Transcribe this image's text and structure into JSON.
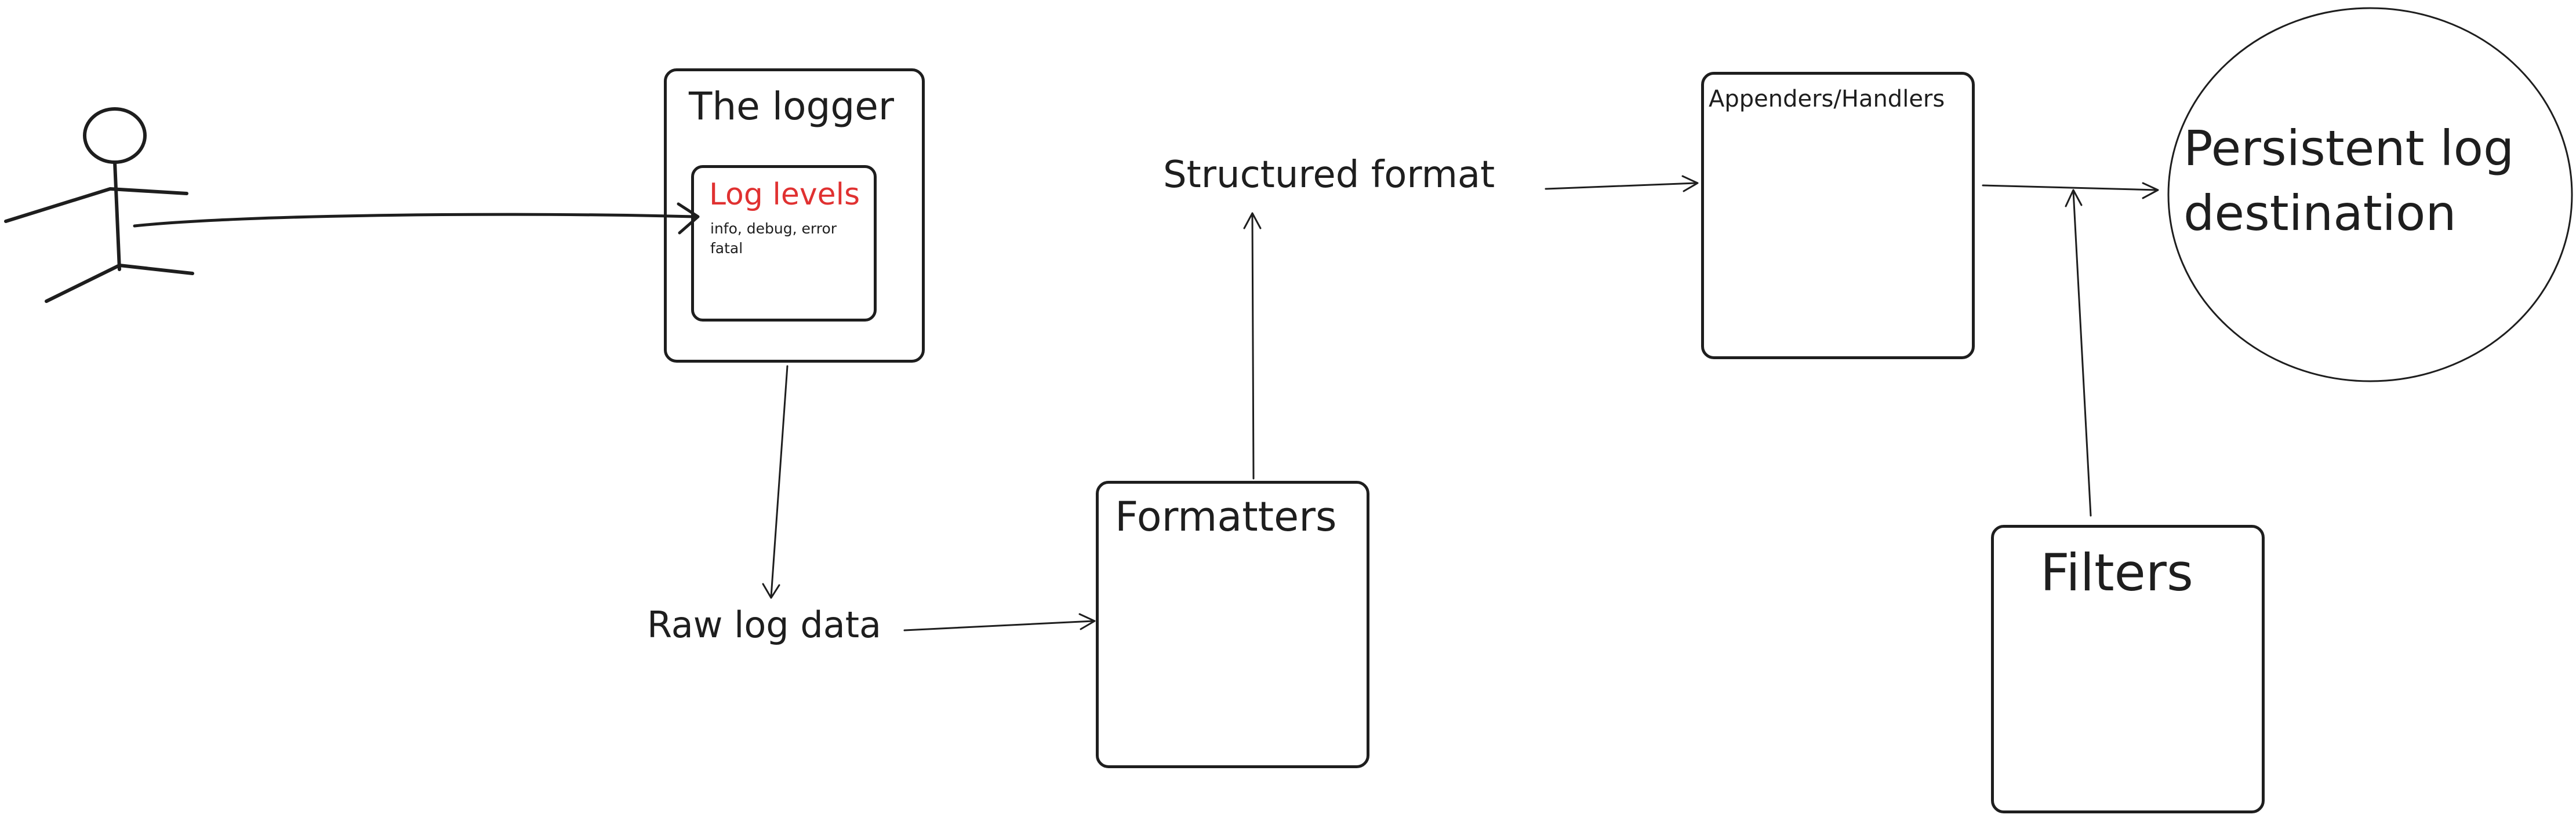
{
  "diagram": {
    "logger": {
      "title": "The logger"
    },
    "log_levels": {
      "title": "Log levels",
      "levels_line1": "info, debug,  error",
      "levels_line2": "fatal"
    },
    "raw_log_data": "Raw log data",
    "formatters": {
      "title": "Formatters"
    },
    "structured_format": "Structured format",
    "appenders": {
      "title": "Appenders/Handlers"
    },
    "filters": {
      "title": "Filters"
    },
    "destination": {
      "line1": "Persistent log",
      "line2": "destination"
    }
  },
  "colors": {
    "stroke": "#1e1e1e",
    "accent_red": "#e03131",
    "background": "#ffffff"
  },
  "icons": [
    "stick-figure-icon"
  ]
}
